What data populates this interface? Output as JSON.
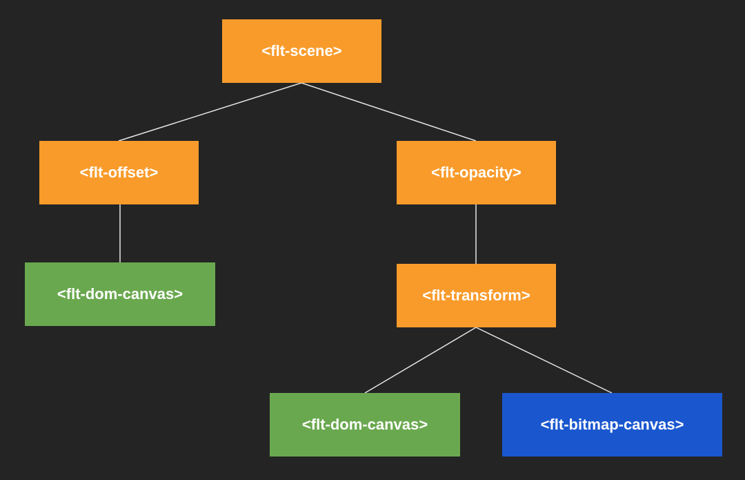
{
  "diagram": {
    "nodes": {
      "scene": "<flt-scene>",
      "offset": "<flt-offset>",
      "opacity": "<flt-opacity>",
      "dom_canvas_1": "<flt-dom-canvas>",
      "transform": "<flt-transform>",
      "dom_canvas_2": "<flt-dom-canvas>",
      "bitmap_canvas": "<flt-bitmap-canvas>"
    },
    "edges": [
      [
        "scene",
        "offset"
      ],
      [
        "scene",
        "opacity"
      ],
      [
        "offset",
        "dom_canvas_1"
      ],
      [
        "opacity",
        "transform"
      ],
      [
        "transform",
        "dom_canvas_2"
      ],
      [
        "transform",
        "bitmap_canvas"
      ]
    ],
    "colors": {
      "background": "#242424",
      "layer_node": "#f99b2b",
      "dom_canvas_node": "#6aa84f",
      "bitmap_canvas_node": "#1a57cf",
      "text": "#ffffff",
      "edge": "#e6e6e6"
    }
  }
}
